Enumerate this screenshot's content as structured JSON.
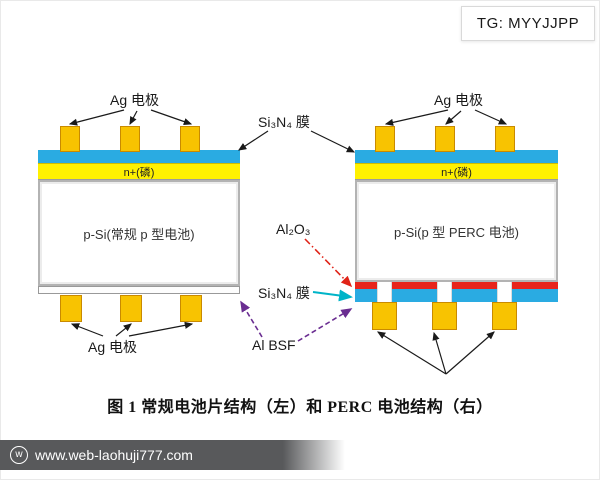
{
  "badge": {
    "text": "TG: MYYJJPP"
  },
  "caption": "图 1  常规电池片结构（左）和 PERC 电池结构（右）",
  "labels": {
    "ag_top_left": "Ag 电极",
    "ag_top_right": "Ag 电极",
    "ag_bottom_left": "Ag 电极",
    "sin_top": "Si₃N₄ 膜",
    "al2o3": "Al₂O₃",
    "sin_bottom": "Si₃N₄ 膜",
    "al_bsf": "Al BSF"
  },
  "left_cell": {
    "n_layer": "n+(磷)",
    "body": "p-Si(常规 p 型电池)"
  },
  "right_cell": {
    "n_layer": "n+(磷)",
    "body": "p-Si(p 型 PERC 电池)"
  },
  "watermark": {
    "icon": "w",
    "text": "www.web-laohuji777.com"
  },
  "colors": {
    "layer_blue": "#2aabe2",
    "layer_yellow_n": "#fff100",
    "electrode_yellow": "#f8c301",
    "layer_red": "#e8251c",
    "arrow_black": "#1a1a1a",
    "arrow_red": "#e02318",
    "arrow_cyan": "#00b4c8",
    "arrow_purple": "#6a2d91",
    "watermark_bg": "#58595b"
  }
}
